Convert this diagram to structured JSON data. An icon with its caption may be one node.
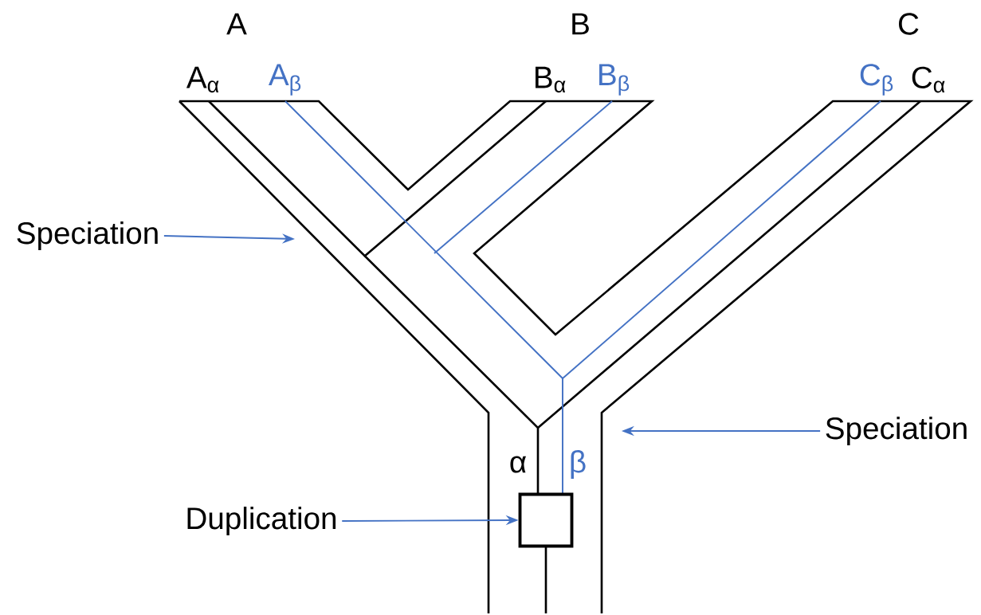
{
  "diagram": {
    "nodes": [
      {
        "text": [
          "Speciation"
        ]
      },
      {
        "text": [
          "Duplication"
        ]
      },
      {
        "text": [],
        "shape": "box"
      },
      {
        "text": [
          "Speciation"
        ]
      }
    ],
    "edges": [
      {
        "from": 0,
        "to": null,
        "arrow": "to"
      },
      {
        "from": 1,
        "to": 2,
        "arrow": "to"
      },
      {
        "from": 3,
        "to": null,
        "arrow": "to"
      }
    ],
    "labels": [
      "A",
      "B",
      "C",
      "A$_{α}$",
      "A$_{β}$",
      "B$_{α}$",
      "B$_{β}$",
      "C$_{β}$",
      "C$_{α}$",
      "α",
      "β"
    ]
  }
}
